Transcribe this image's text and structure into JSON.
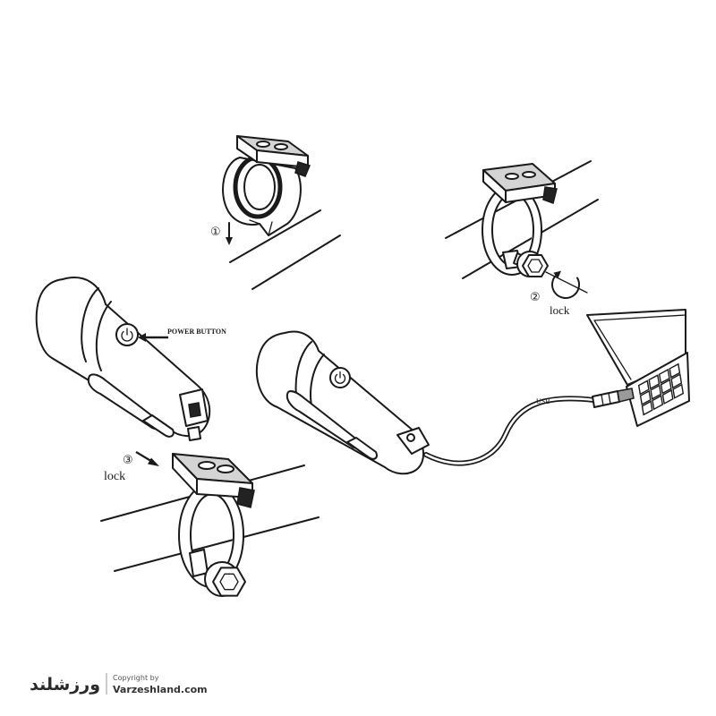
{
  "steps": {
    "step1_marker": "①",
    "step2_marker": "②",
    "step2_label": "lock",
    "step3_marker": "③",
    "step3_label": "lock"
  },
  "callouts": {
    "power_button": "POWER BUTTON",
    "usb": "USB"
  },
  "watermark": {
    "logo_text": "ورزشلند",
    "copyright_line": "Copyright by",
    "site": "Varzeshland.com"
  },
  "colors": {
    "line": "#1a1a1a",
    "background": "#ffffff",
    "shade": "#d4d4d4",
    "watermark": "#555555"
  }
}
